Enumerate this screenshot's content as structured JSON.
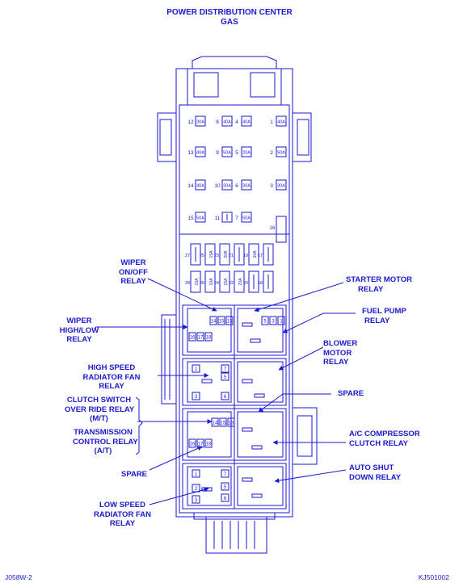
{
  "title": {
    "line1": "POWER DISTRIBUTION CENTER",
    "line2": "GAS"
  },
  "colors": {
    "ink": "#1a1ad0",
    "background": "#ffffff"
  },
  "callouts": {
    "wiper_onoff": [
      "WIPER",
      "ON/OFF",
      "RELAY"
    ],
    "wiper_highlow": [
      "WIPER",
      "HIGH/LOW",
      "RELAY"
    ],
    "high_speed_fan": [
      "HIGH SPEED",
      "RADIATOR FAN",
      "RELAY"
    ],
    "clutch_switch": [
      "CLUTCH SWITCH",
      "OVER RIDE RELAY",
      "(M/T)"
    ],
    "transmission": [
      "TRANSMISSION",
      "CONTROL RELAY",
      "(A/T)"
    ],
    "spare_left": "SPARE",
    "low_speed_fan": [
      "LOW SPEED",
      "RADIATOR FAN",
      "RELAY"
    ],
    "starter_motor": [
      "STARTER MOTOR",
      "RELAY"
    ],
    "fuel_pump": [
      "FUEL PUMP",
      "RELAY"
    ],
    "blower_motor": [
      "BLOWER",
      "MOTOR",
      "RELAY"
    ],
    "spare_right": "SPARE",
    "ac_compressor": [
      "A/C COMPRESSOR",
      "CLUTCH RELAY"
    ],
    "auto_shut_down": [
      "AUTO SHUT",
      "DOWN RELAY"
    ]
  },
  "fuses": [
    {
      "num": "12",
      "amp": "30A",
      "row": 0,
      "col": 0
    },
    {
      "num": "8",
      "amp": "40A",
      "row": 0,
      "col": 1
    },
    {
      "num": "4",
      "amp": "40A",
      "row": 0,
      "col": 2
    },
    {
      "num": "1",
      "amp": "40A",
      "row": 0,
      "col": 3
    },
    {
      "num": "13",
      "amp": "40A",
      "row": 1,
      "col": 0
    },
    {
      "num": "9",
      "amp": "50A",
      "row": 1,
      "col": 1
    },
    {
      "num": "5",
      "amp": "20A",
      "row": 1,
      "col": 2
    },
    {
      "num": "2",
      "amp": "50A",
      "row": 1,
      "col": 3
    },
    {
      "num": "14",
      "amp": "40A",
      "row": 2,
      "col": 0
    },
    {
      "num": "10",
      "amp": "30A",
      "row": 2,
      "col": 1
    },
    {
      "num": "6",
      "amp": "30A",
      "row": 2,
      "col": 2
    },
    {
      "num": "3",
      "amp": "30A",
      "row": 2,
      "col": 3
    },
    {
      "num": "15",
      "amp": "50A",
      "row": 3,
      "col": 0
    },
    {
      "num": "11",
      "amp": "",
      "row": 3,
      "col": 1
    },
    {
      "num": "7",
      "amp": "50A",
      "row": 3,
      "col": 2
    }
  ],
  "mini_fuses_top": [
    "27",
    "25",
    "23",
    "21",
    "19",
    "17"
  ],
  "mini_fuses_top_amps": [
    "",
    "15A",
    "20A",
    "",
    "20A",
    ""
  ],
  "mini_fuses_top_b": [
    "",
    "26",
    "24",
    "22",
    "18",
    ""
  ],
  "mini_fuses_bottom": [
    "28",
    "26",
    "24",
    "22",
    "20",
    "18"
  ],
  "mini_fuses_bottom_amps": [
    "15A",
    "10A",
    "15A",
    "20A",
    "",
    ""
  ],
  "fuse_16": "16",
  "relay_pins": {
    "r1": [
      "14",
      "15",
      "13"
    ],
    "r2": [
      "16",
      "17",
      "18"
    ],
    "hs_left": [
      "1",
      "7",
      "3",
      "5",
      "6"
    ],
    "clutch_left": [
      "14",
      "15",
      "13"
    ],
    "trans_left": [
      "16",
      "17",
      "18"
    ],
    "ls_left": [
      "1",
      "2",
      "3",
      "7",
      "5",
      "6"
    ],
    "right_a": [
      "5",
      "3",
      "1"
    ]
  },
  "footer": {
    "left": "J058W-2",
    "right": "KJ501002"
  }
}
